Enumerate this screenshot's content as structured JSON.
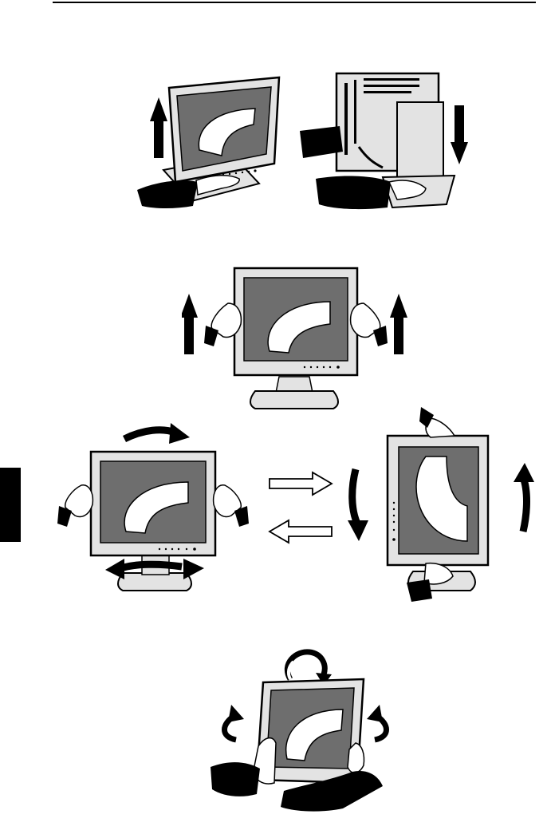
{
  "page": {
    "background": "#ffffff",
    "ink": "#000000",
    "screen_fill": "#6e6e6e",
    "bezel_fill": "#e3e3e3"
  },
  "figures": [
    {
      "id": "raise-and-lower",
      "icon": "monitor-height-adjust-illustration"
    },
    {
      "id": "lift-with-both-hands",
      "icon": "monitor-lift-illustration"
    },
    {
      "id": "landscape-portrait-rotation",
      "icon": "monitor-pivot-illustration"
    },
    {
      "id": "tilt-and-swivel",
      "icon": "monitor-tilt-swivel-illustration"
    }
  ]
}
